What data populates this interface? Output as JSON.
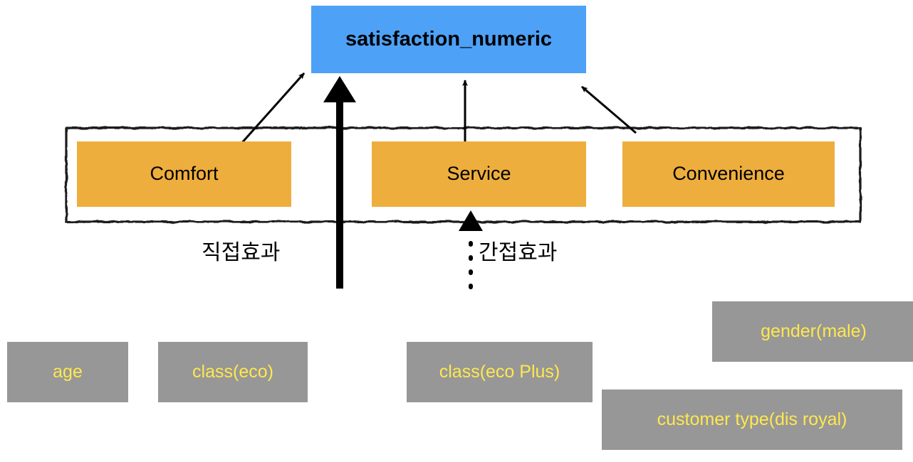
{
  "diagram": {
    "title_node": {
      "label": "satisfaction_numeric",
      "color": "#4da1f7",
      "text_color": "#000000"
    },
    "mediators": [
      {
        "label": "Comfort",
        "color": "#eeae3d"
      },
      {
        "label": "Service",
        "color": "#eeae3d"
      },
      {
        "label": "Convenience",
        "color": "#eeae3d"
      }
    ],
    "predictors": [
      {
        "label": "age",
        "color": "#979797",
        "text_color": "#ffe84d"
      },
      {
        "label": "class(eco)",
        "color": "#979797",
        "text_color": "#ffe84d"
      },
      {
        "label": "class(eco Plus)",
        "color": "#979797",
        "text_color": "#ffe84d"
      },
      {
        "label": "gender(male)",
        "color": "#979797",
        "text_color": "#ffe84d"
      },
      {
        "label": "customer type(dis royal)",
        "color": "#979797",
        "text_color": "#ffe84d"
      }
    ],
    "effects": {
      "direct": "직접효과",
      "indirect": "간접효과"
    },
    "connector_color": "#000000"
  }
}
